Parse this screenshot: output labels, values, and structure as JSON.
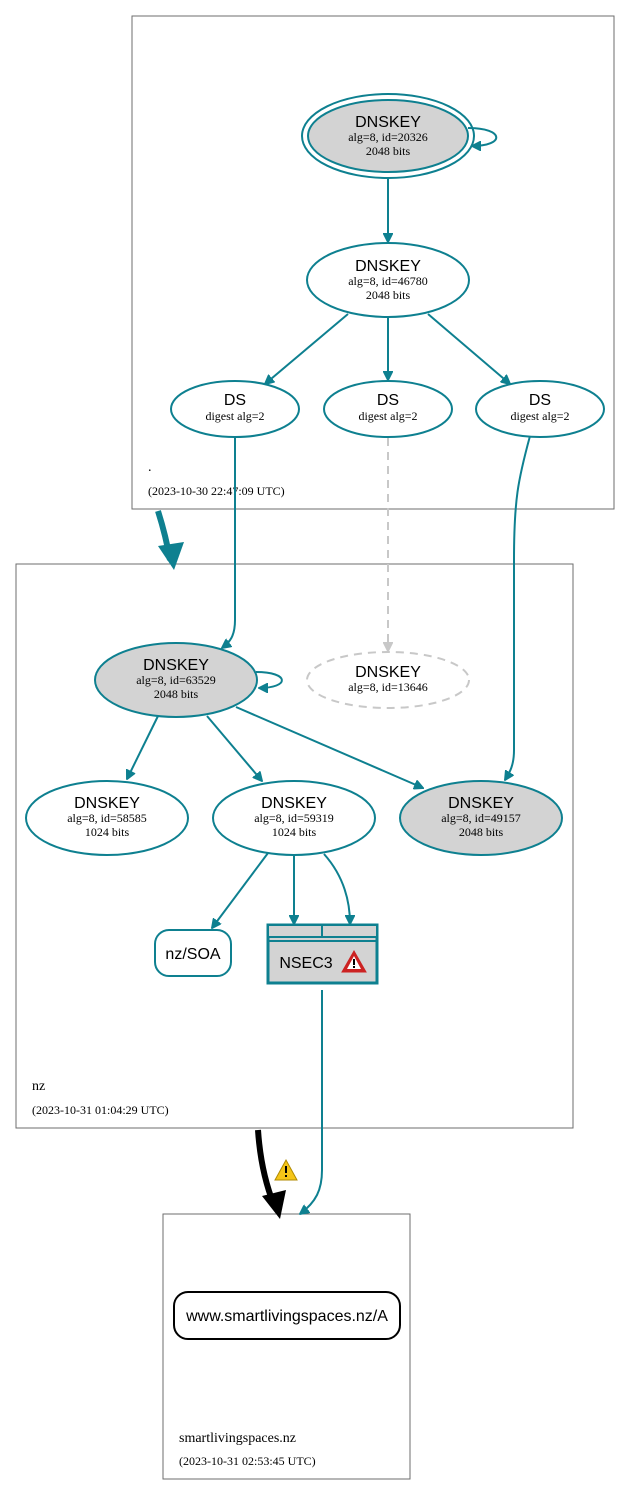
{
  "zones": {
    "root": {
      "label": ".",
      "date": "(2023-10-30 22:47:09 UTC)"
    },
    "nz": {
      "label": "nz",
      "date": "(2023-10-31 01:04:29 UTC)"
    },
    "leaf": {
      "label": "smartlivingspaces.nz",
      "date": "(2023-10-31 02:53:45 UTC)"
    }
  },
  "nodes": {
    "root_ksk": {
      "title": "DNSKEY",
      "line1": "alg=8, id=20326",
      "line2": "2048 bits"
    },
    "root_zsk": {
      "title": "DNSKEY",
      "line1": "alg=8, id=46780",
      "line2": "2048 bits"
    },
    "ds1": {
      "title": "DS",
      "line1": "digest alg=2"
    },
    "ds2": {
      "title": "DS",
      "line1": "digest alg=2"
    },
    "ds3": {
      "title": "DS",
      "line1": "digest alg=2"
    },
    "nz_ksk": {
      "title": "DNSKEY",
      "line1": "alg=8, id=63529",
      "line2": "2048 bits"
    },
    "nz_missing": {
      "title": "DNSKEY",
      "line1": "alg=8, id=13646"
    },
    "nz_k58585": {
      "title": "DNSKEY",
      "line1": "alg=8, id=58585",
      "line2": "1024 bits"
    },
    "nz_k59319": {
      "title": "DNSKEY",
      "line1": "alg=8, id=59319",
      "line2": "1024 bits"
    },
    "nz_k49157": {
      "title": "DNSKEY",
      "line1": "alg=8, id=49157",
      "line2": "2048 bits"
    },
    "nz_soa": {
      "title": "nz/SOA"
    },
    "nsec3": {
      "title": "NSEC3"
    },
    "leaf_a": {
      "title": "www.smartlivingspaces.nz/A"
    }
  },
  "colors": {
    "edge": "#0e8090",
    "signed_fill": "#d3d3d3",
    "missing": "#c8c8c8",
    "warning_red": "#cc2222",
    "warning_yellow": "#f5c518"
  },
  "icons": {
    "nsec3_status": "warning-triangle-red-icon",
    "delegation_status": "warning-triangle-yellow-icon"
  }
}
